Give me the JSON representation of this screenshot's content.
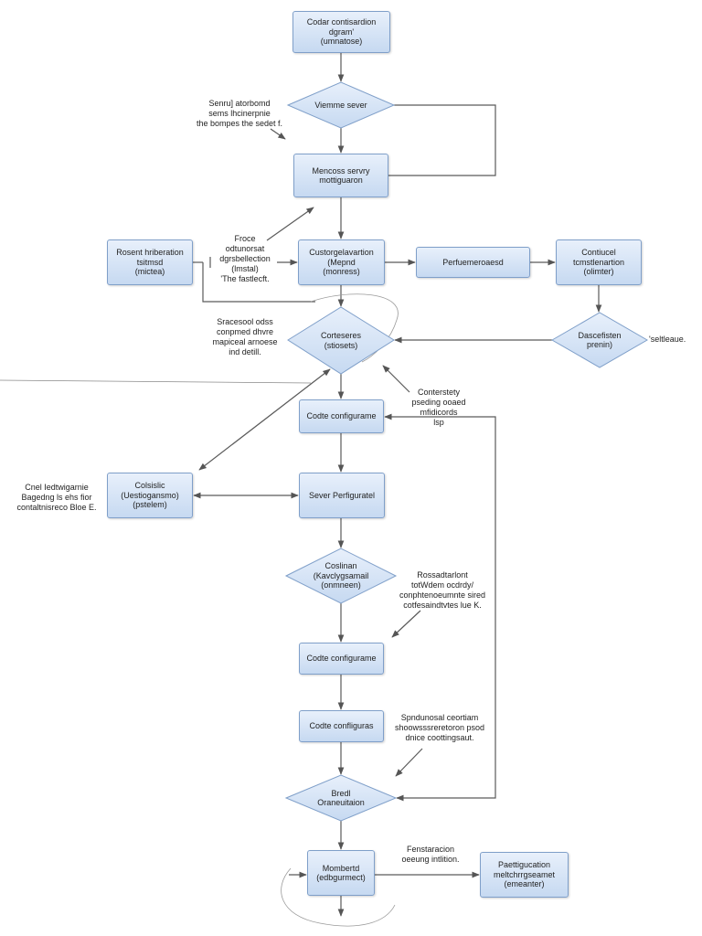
{
  "colors": {
    "node_fill_top": "#e8f0fb",
    "node_fill_bottom": "#c6d9f1",
    "node_border": "#7f9fc9",
    "connector": "#5a5a5a",
    "text": "#222222"
  },
  "nodes": {
    "n1": {
      "lines": [
        "Codar contisardion",
        "dgram'",
        "(umnatose)"
      ]
    },
    "d1": {
      "lines": [
        "Viemme sever"
      ]
    },
    "n2": {
      "lines": [
        "Mencoss servry",
        "mottiguaron"
      ]
    },
    "n3": {
      "lines": [
        "Rosent hriberation",
        "tsitmsd",
        "(mictea)"
      ]
    },
    "n4": {
      "lines": [
        "Custorgelavartion",
        "(Mepnd",
        "(monress)"
      ]
    },
    "n5": {
      "lines": [
        "Perfuemeroaesd"
      ]
    },
    "n6": {
      "lines": [
        "Contiucel",
        "tcmstlenartion",
        "(olimter)"
      ]
    },
    "d2": {
      "lines": [
        "Dascefisten",
        "prenin)"
      ]
    },
    "d3": {
      "lines": [
        "Corteseres",
        "(stiosets)"
      ]
    },
    "n7": {
      "lines": [
        "Codte configurame"
      ]
    },
    "n8": {
      "lines": [
        "Colsislic",
        "(Uestiogansmo)",
        "(pstelem)"
      ]
    },
    "n9": {
      "lines": [
        "Sever Perfiguratel"
      ]
    },
    "d4": {
      "lines": [
        "Coslinan",
        "(Kavclygsamail",
        "(onmneen)"
      ]
    },
    "n10": {
      "lines": [
        "Codte configurame"
      ]
    },
    "n11": {
      "lines": [
        "Codte confliguras"
      ]
    },
    "d5": {
      "lines": [
        "Bredl",
        "Oraneuitaion"
      ]
    },
    "n12": {
      "lines": [
        "Mombertd",
        "(edbgurmect)"
      ]
    },
    "n13": {
      "lines": [
        "Paettigucation",
        "meltchrrgseamet",
        "(emeanter)"
      ]
    }
  },
  "annotations": {
    "a1": {
      "lines": [
        "Senru] atorbomd",
        "sems lhcinerpnie",
        "the bompes the sedet f."
      ]
    },
    "a2": {
      "lines": [
        "Froce",
        "odtunorsat",
        "dgrsbellection",
        "(lmstal)",
        "'The fastlecft."
      ]
    },
    "a3": {
      "lines": [
        "Sracesool odss",
        "conpmed dhvre",
        "mapiceal arnoese",
        "ind detill."
      ]
    },
    "a4": {
      "lines": [
        "'seltleaue."
      ]
    },
    "a5": {
      "lines": [
        "Conterstety",
        "pseding ooaed",
        "mfidicords",
        "lsp"
      ]
    },
    "a6": {
      "lines": [
        "Cnel Iedtwigarnie",
        "Bagedng ls ehs fior",
        "contaltnisreco Bloe E."
      ]
    },
    "a7": {
      "lines": [
        "Rossadtarlont",
        "totWdem ocdrdy/",
        "conphtenoeumnte sired",
        "cotfesaindtvtes lue K."
      ]
    },
    "a8": {
      "lines": [
        "Spndunosal ceortiam",
        "shoowsssreretoron psod",
        "dnice coottingsaut."
      ]
    },
    "a9": {
      "lines": [
        "Fenstaracion",
        "oeeung intlition."
      ]
    }
  }
}
